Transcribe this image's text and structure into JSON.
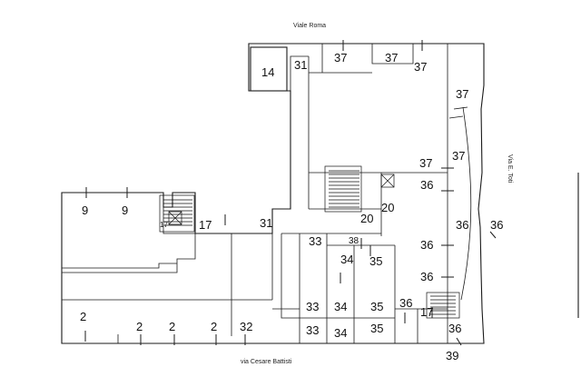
{
  "streets": {
    "north": "Viale Roma",
    "south": "via Cesare Battisti",
    "east": "Via E. Toti"
  },
  "rooms": [
    {
      "id": "r14",
      "label": "14"
    },
    {
      "id": "r31a",
      "label": "31"
    },
    {
      "id": "r37a",
      "label": "37"
    },
    {
      "id": "r37b",
      "label": "37"
    },
    {
      "id": "r37c",
      "label": "37"
    },
    {
      "id": "r37d",
      "label": "37"
    },
    {
      "id": "r37e",
      "label": "37"
    },
    {
      "id": "r37f",
      "label": "37"
    },
    {
      "id": "r36a",
      "label": "36"
    },
    {
      "id": "r36b",
      "label": "36"
    },
    {
      "id": "r36c",
      "label": "36"
    },
    {
      "id": "r36d",
      "label": "36"
    },
    {
      "id": "r36e",
      "label": "36"
    },
    {
      "id": "r36f",
      "label": "36"
    },
    {
      "id": "r36g",
      "label": "36"
    },
    {
      "id": "r9a",
      "label": "9"
    },
    {
      "id": "r9b",
      "label": "9"
    },
    {
      "id": "r17a",
      "label": "17"
    },
    {
      "id": "r17b",
      "label": "17"
    },
    {
      "id": "r31b",
      "label": "31"
    },
    {
      "id": "r20a",
      "label": "20"
    },
    {
      "id": "r20b",
      "label": "20"
    },
    {
      "id": "r33a",
      "label": "33"
    },
    {
      "id": "r38",
      "label": "38"
    },
    {
      "id": "r34a",
      "label": "34"
    },
    {
      "id": "r35a",
      "label": "35"
    },
    {
      "id": "r33b",
      "label": "33"
    },
    {
      "id": "r34b",
      "label": "34"
    },
    {
      "id": "r35b",
      "label": "35"
    },
    {
      "id": "r33c",
      "label": "33"
    },
    {
      "id": "r34c",
      "label": "34"
    },
    {
      "id": "r35c",
      "label": "35"
    },
    {
      "id": "r2a",
      "label": "2"
    },
    {
      "id": "r2b",
      "label": "2"
    },
    {
      "id": "r2c",
      "label": "2"
    },
    {
      "id": "r2d",
      "label": "2"
    },
    {
      "id": "r32",
      "label": "32"
    },
    {
      "id": "r17c",
      "label": "17"
    },
    {
      "id": "r39",
      "label": "39"
    }
  ]
}
